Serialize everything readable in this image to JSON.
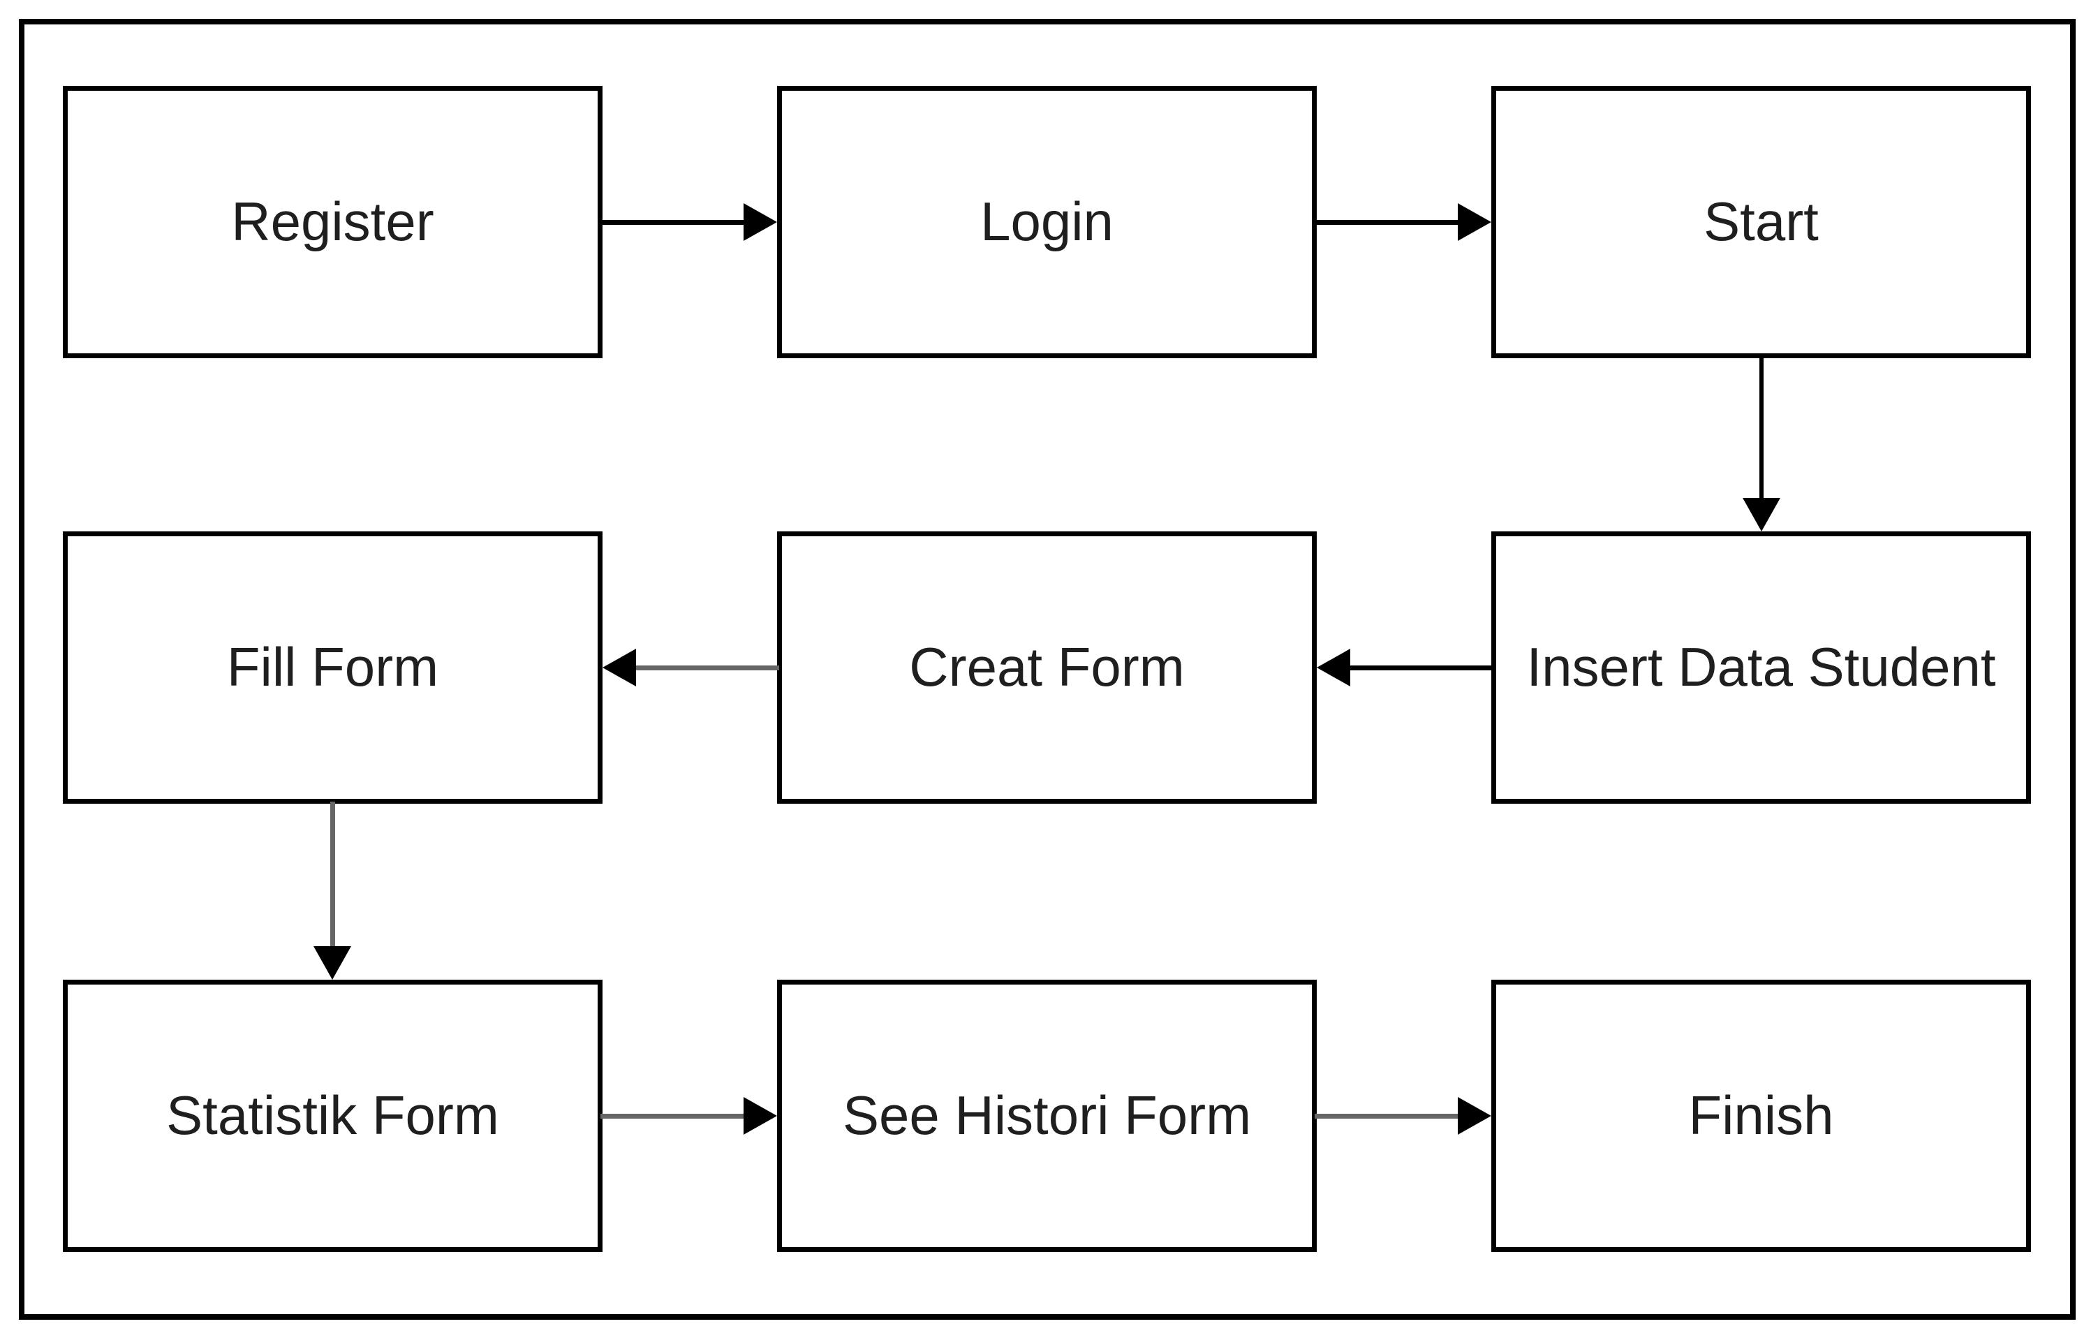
{
  "diagram": {
    "type": "flowchart",
    "background_color": "#ffffff",
    "box_fill": "#ffffff",
    "box_stroke": "#000000",
    "text_color": "#1f1f1f",
    "edge_color_black": "#000000",
    "edge_color_gray": "#666666",
    "nodes": [
      {
        "id": "register",
        "label": "Register"
      },
      {
        "id": "login",
        "label": "Login"
      },
      {
        "id": "start",
        "label": "Start"
      },
      {
        "id": "fill-form",
        "label": "Fill Form"
      },
      {
        "id": "creat-form",
        "label": "Creat Form"
      },
      {
        "id": "insert-data-student",
        "label": "Insert Data Student"
      },
      {
        "id": "statistik-form",
        "label": "Statistik Form"
      },
      {
        "id": "see-histori-form",
        "label": "See Histori Form"
      },
      {
        "id": "finish",
        "label": "Finish"
      }
    ],
    "edges": [
      {
        "from": "register",
        "to": "login",
        "direction": "right",
        "color": "#000000"
      },
      {
        "from": "login",
        "to": "start",
        "direction": "right",
        "color": "#000000"
      },
      {
        "from": "start",
        "to": "insert-data-student",
        "direction": "down",
        "color": "#000000"
      },
      {
        "from": "insert-data-student",
        "to": "creat-form",
        "direction": "left",
        "color": "#000000"
      },
      {
        "from": "creat-form",
        "to": "fill-form",
        "direction": "left",
        "color": "#666666"
      },
      {
        "from": "fill-form",
        "to": "statistik-form",
        "direction": "down",
        "color": "#666666"
      },
      {
        "from": "statistik-form",
        "to": "see-histori-form",
        "direction": "right",
        "color": "#666666"
      },
      {
        "from": "see-histori-form",
        "to": "finish",
        "direction": "right",
        "color": "#666666"
      }
    ]
  }
}
